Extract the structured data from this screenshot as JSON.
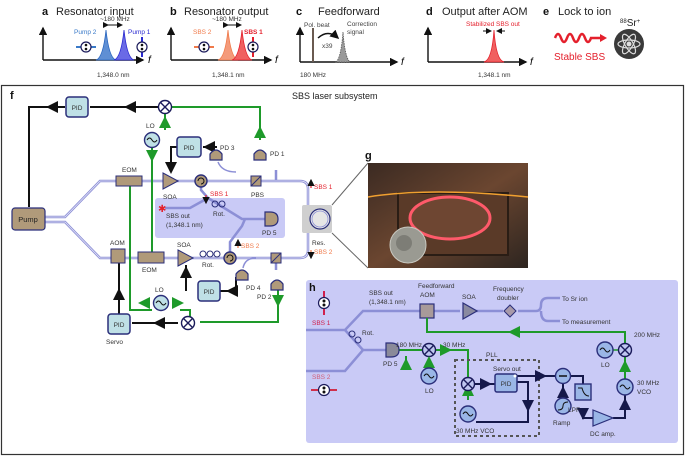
{
  "panels": {
    "a": {
      "letter": "a",
      "title": "Resonator input",
      "spacing": "~180 MHz",
      "left_label": "Pump 2",
      "right_label": "Pump 1",
      "axis_label": "1,348.0 nm",
      "f": "f"
    },
    "b": {
      "letter": "b",
      "title": "Resonator output",
      "spacing": "~180 MHz",
      "left_label": "SBS 2",
      "right_label": "SBS 1",
      "axis_label": "1,348.1 nm",
      "f": "f"
    },
    "c": {
      "letter": "c",
      "title": "Feedforward",
      "beat_label": "Pol. beat",
      "mult": "x39",
      "corr_label_1": "Correction",
      "corr_label_2": "signal",
      "axis_label": "180 MHz",
      "f": "f"
    },
    "d": {
      "letter": "d",
      "title": "Output after AOM",
      "peak_label": "Stabilized SBS out",
      "axis_label": "1,348.1 nm",
      "f": "f"
    },
    "e": {
      "letter": "e",
      "title": "Lock to ion",
      "ion_label": "88Sr+",
      "ion_sup": "88",
      "ion_main": "Sr",
      "ion_charge": "+",
      "wave_label": "Stable SBS"
    },
    "f": {
      "letter": "f",
      "title": "SBS laser subsystem",
      "pump": "Pump",
      "pid": "PID",
      "lo": "LO",
      "eom": "EOM",
      "aom": "AOM",
      "soa": "SOA",
      "pbs": "PBS",
      "pd1": "PD 1",
      "pd2": "PD 2",
      "pd3": "PD 3",
      "pd4": "PD 4",
      "pd5": "PD 5",
      "rot": "Rot.",
      "res": "Res.",
      "sbs1": "SBS 1",
      "sbs2": "SBS 2",
      "sbs_out_1": "SBS out",
      "sbs_out_2": "(1,348.1 nm)",
      "servo": "Servo"
    },
    "g": {
      "letter": "g"
    },
    "h": {
      "letter": "h",
      "sbs1": "SBS 1",
      "sbs2": "SBS 2",
      "rot": "Rot.",
      "sbs_out_1": "SBS out",
      "sbs_out_2": "(1,348.1 nm)",
      "ff_1": "Feedforward",
      "ff_2": "AOM",
      "soa": "SOA",
      "fd_1": "Frequency",
      "fd_2": "doubler",
      "to_sr": "To Sr ion",
      "to_meas": "To measurement",
      "f200": "200 MHz",
      "f180": "180 MHz",
      "f30": "30 MHz",
      "pd5": "PD 5",
      "lo": "LO",
      "pll": "PLL",
      "servo_out": "Servo out",
      "pid": "PID",
      "vco30": "30 MHz VCO",
      "ramp": "Ramp",
      "lpf": "LPF",
      "dc_amp": "DC amp.",
      "vco_1": "30 MHz",
      "vco_2": "VCO"
    }
  },
  "colors": {
    "green": "#1e9a2a",
    "fiber": "#8c8fd6",
    "box_tan": "#b09a7a",
    "pid_fill": "#bfe0e6",
    "pid_border": "#2b2f7a",
    "sbs1_red": "#e4202c",
    "sbs2_orange": "#f07a4a",
    "pump1_blue": "#3a3ad8",
    "pump2_blue": "#3a7ac8",
    "panel_bg": "#c9caf6"
  }
}
